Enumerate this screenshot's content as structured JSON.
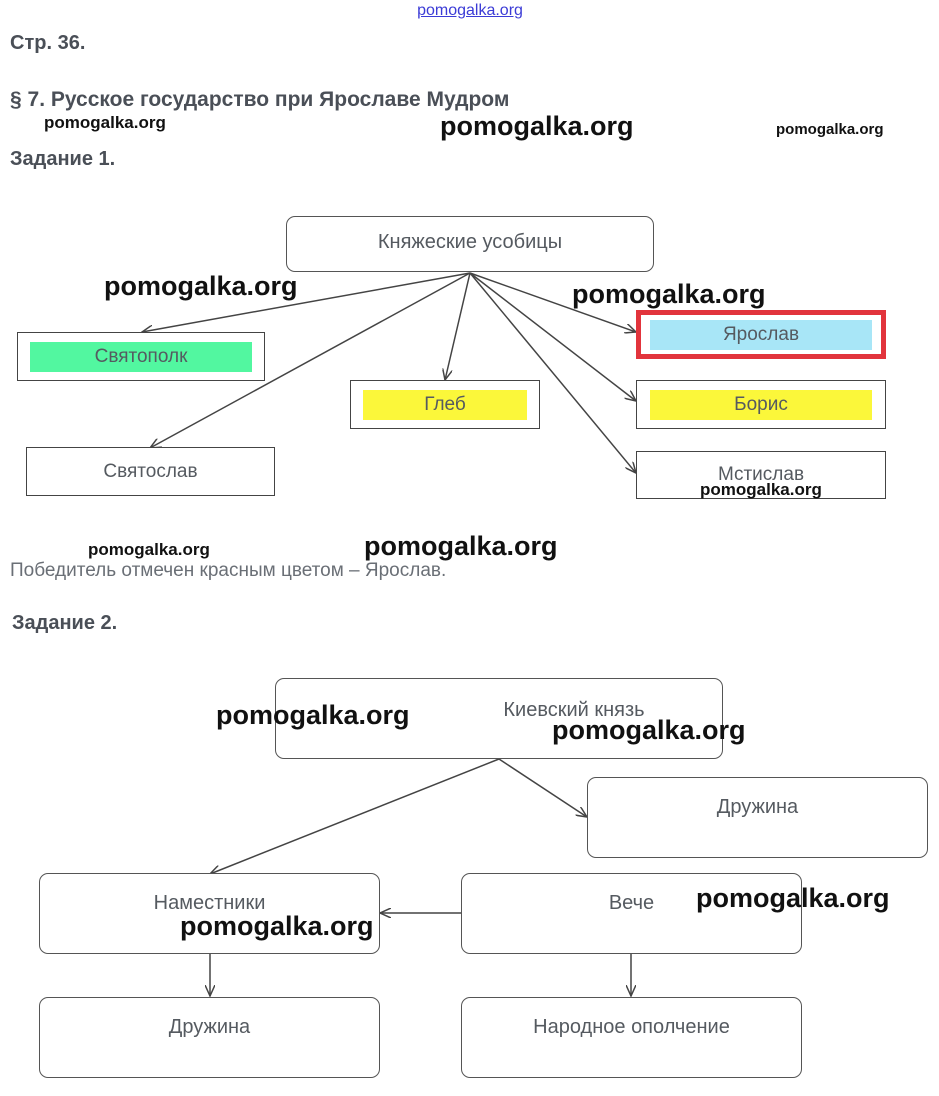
{
  "site_link": "pomogalka.org",
  "page_ref": "Стр. 36.",
  "section_title": "§ 7. Русское государство при Ярославе Мудром",
  "watermark": "pomogalka.org",
  "task1": {
    "title": "Задание 1.",
    "root": "Княжеские усобицы",
    "nodes": {
      "svyatopolk": "Святополк",
      "svyatoslav": "Святослав",
      "gleb": "Глеб",
      "yaroslav": "Ярослав",
      "boris": "Борис",
      "mstislav": "Мстислав"
    },
    "conclusion": "Победитель отмечен красным цветом – Ярослав."
  },
  "task2": {
    "title": "Задание 2.",
    "nodes": {
      "kiev_prince": "Киевский князь",
      "druzhina_top": "Дружина",
      "namestniki": "Наместники",
      "veche": "Вече",
      "druzhina_bottom": "Дружина",
      "opolchenie": "Народное ополчение"
    }
  },
  "colors": {
    "svyatopolk_fill": "#52f7a0",
    "yellow_fill": "#fbf73a",
    "yaroslav_fill": "#a8e6f7",
    "yaroslav_border": "#e2343c",
    "link": "#3b3bd6"
  }
}
